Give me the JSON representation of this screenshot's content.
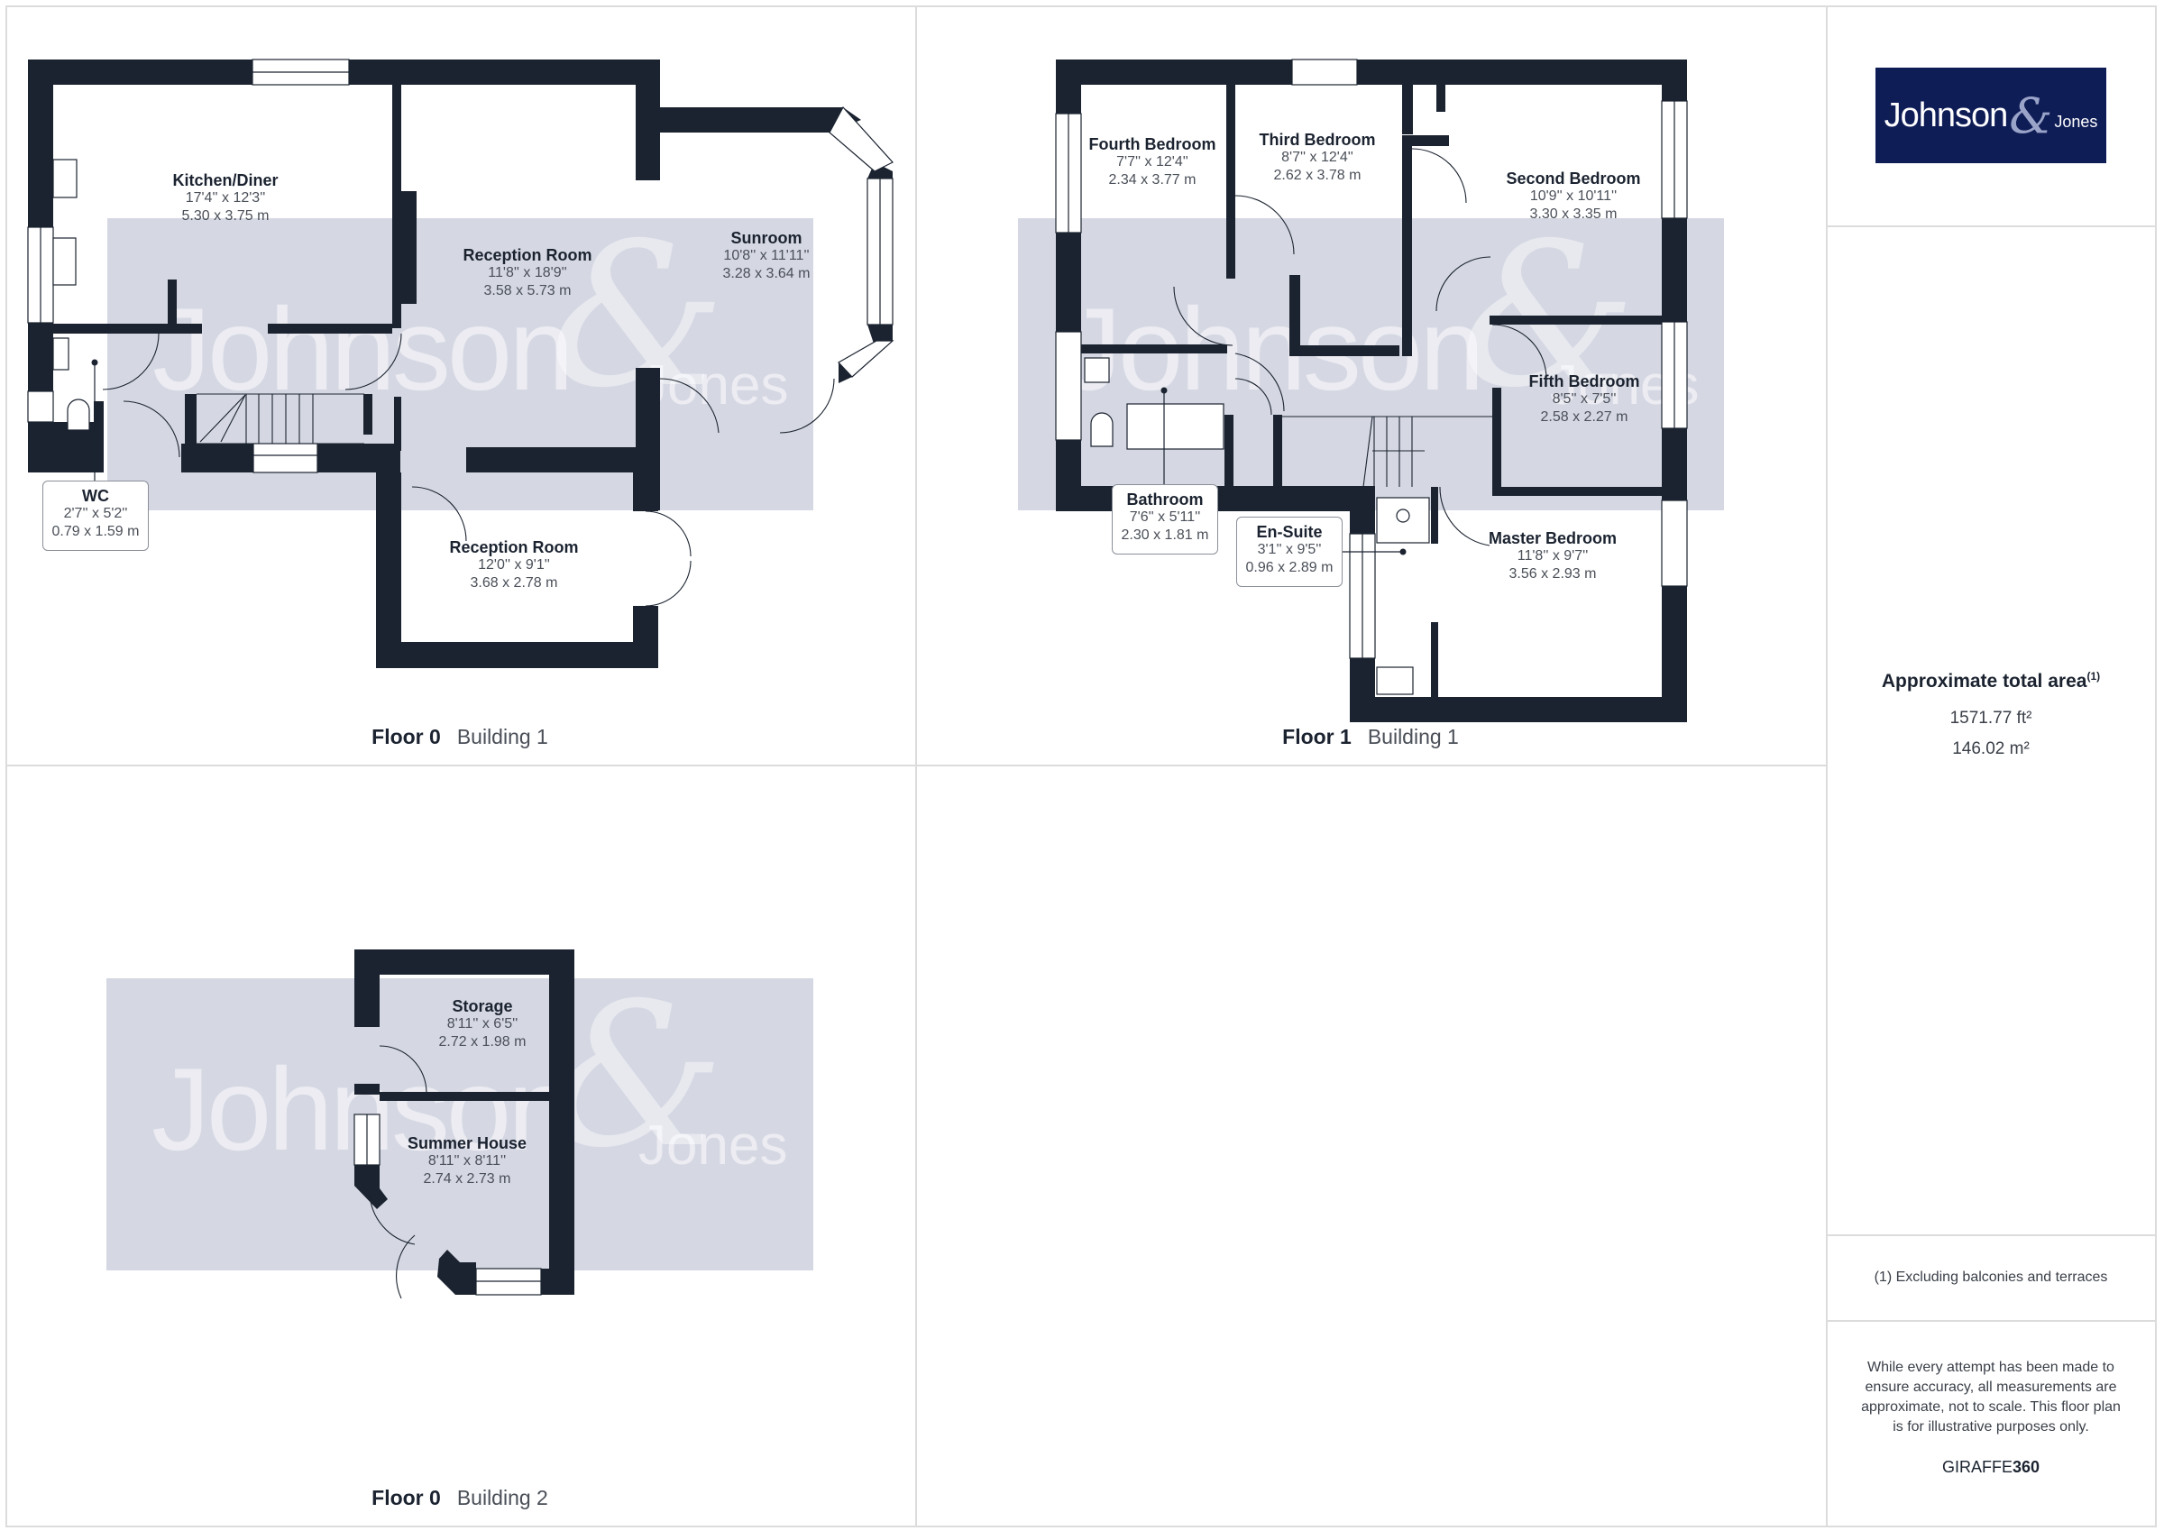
{
  "panels": {
    "floor0_building1": {
      "floor": "Floor 0",
      "building": "Building 1",
      "rooms": [
        {
          "name": "Kitchen/Diner",
          "imperial": "17'4'' x 12'3''",
          "metric": "5.30 x 3.75 m"
        },
        {
          "name": "Reception Room",
          "imperial": "11'8'' x 18'9''",
          "metric": "3.58 x 5.73 m"
        },
        {
          "name": "Sunroom",
          "imperial": "10'8'' x 11'11''",
          "metric": "3.28 x 3.64 m"
        },
        {
          "name": "WC",
          "imperial": "2'7'' x 5'2''",
          "metric": "0.79 x 1.59 m"
        },
        {
          "name": "Reception Room",
          "imperial": "12'0'' x 9'1''",
          "metric": "3.68 x 2.78 m"
        }
      ]
    },
    "floor1_building1": {
      "floor": "Floor 1",
      "building": "Building 1",
      "rooms": [
        {
          "name": "Fourth Bedroom",
          "imperial": "7'7'' x 12'4''",
          "metric": "2.34 x 3.77 m"
        },
        {
          "name": "Third Bedroom",
          "imperial": "8'7'' x 12'4''",
          "metric": "2.62 x 3.78 m"
        },
        {
          "name": "Second Bedroom",
          "imperial": "10'9'' x 10'11''",
          "metric": "3.30 x 3.35 m"
        },
        {
          "name": "Fifth Bedroom",
          "imperial": "8'5'' x 7'5''",
          "metric": "2.58 x 2.27 m"
        },
        {
          "name": "Bathroom",
          "imperial": "7'6'' x 5'11''",
          "metric": "2.30 x 1.81 m"
        },
        {
          "name": "En-Suite",
          "imperial": "3'1'' x 9'5''",
          "metric": "0.96 x 2.89 m"
        },
        {
          "name": "Master Bedroom",
          "imperial": "11'8'' x 9'7''",
          "metric": "3.56 x 2.93 m"
        }
      ]
    },
    "floor0_building2": {
      "floor": "Floor 0",
      "building": "Building 2",
      "rooms": [
        {
          "name": "Storage",
          "imperial": "8'11'' x 6'5''",
          "metric": "2.72 x 1.98 m"
        },
        {
          "name": "Summer House",
          "imperial": "8'11'' x 8'11''",
          "metric": "2.74 x 2.73 m"
        }
      ]
    }
  },
  "watermark": {
    "main": "Johnson",
    "amp": "&",
    "secondary": "Jones"
  },
  "sidebar": {
    "logo": {
      "main": "Johnson",
      "amp": "&",
      "secondary": "Jones"
    },
    "area_title": "Approximate total area",
    "area_footnote_mark": "(1)",
    "area_ft2": "1571.77 ft²",
    "area_m2": "146.02 m²",
    "footnote": "(1) Excluding balconies and terraces",
    "disclaimer": "While every attempt has been made to ensure accuracy, all measurements are approximate, not to scale. This floor plan is for illustrative purposes only.",
    "brand_light": "GIRAFFE",
    "brand_bold": "360"
  },
  "colors": {
    "wall": "#1b2330",
    "watermark_band": "#d3d6e2",
    "logo_bg": "#0f1d57",
    "border": "#dcdcdc"
  }
}
